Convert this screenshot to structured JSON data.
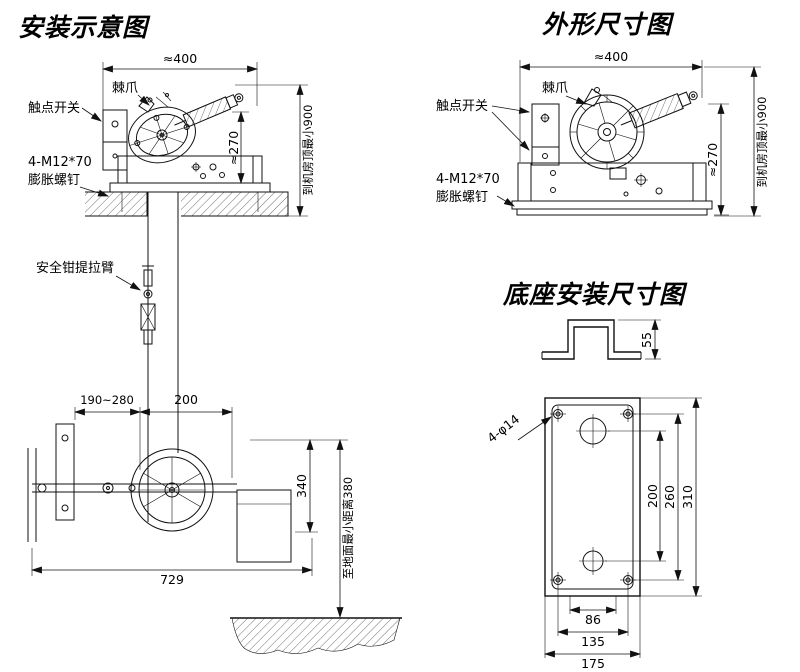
{
  "install": {
    "title": "安装示意图",
    "pawl": "棘爪",
    "contact_switch": "触点开关",
    "bolt_spec": "4-M12*70",
    "bolt_name": "膨胀螺钉",
    "safety_arm": "安全钳提拉臂",
    "dim_width": "≈400",
    "dim_height": "≈270",
    "dim_ceiling": "到机房顶最小900",
    "dim_span_left": "190~280",
    "dim_span_mid": "200",
    "dim_wheel": "340",
    "dim_total_width": "729",
    "dim_ground": "至地面最小距离380"
  },
  "outline": {
    "title": "外形尺寸图",
    "pawl": "棘爪",
    "contact_switch": "触点开关",
    "bolt_spec": "4-M12*70",
    "bolt_name": "膨胀螺钉",
    "dim_width": "≈400",
    "dim_height": "≈270",
    "dim_ceiling": "到机房顶最小900"
  },
  "base": {
    "title": "底座安装尺寸图",
    "hole_label": "4-φ14",
    "dim_hat_height": "55",
    "dim_hole_span_v": "200",
    "dim_outer_span_v": "260",
    "dim_plate_height": "310",
    "dim_inner_span_h": "86",
    "dim_hole_span_h": "135",
    "dim_plate_width": "175"
  }
}
